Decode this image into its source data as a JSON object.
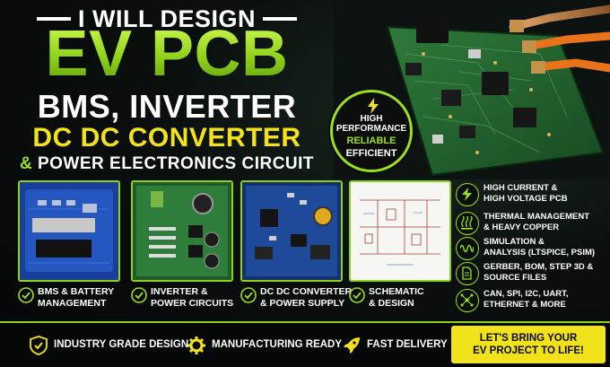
{
  "headline": {
    "pre": "I WILL DESIGN",
    "main": "EV PCB",
    "line1": "BMS, INVERTER",
    "line2": "DC DC CONVERTER",
    "line3_amp": "&",
    "line3_text": "POWER ELECTRONICS CIRCUIT"
  },
  "badge": {
    "line1": "HIGH",
    "line2": "PERFORMANCE",
    "line3": "RELIABLE",
    "line4": "EFFICIENT",
    "icon": "lightning-bolt-icon"
  },
  "services": [
    {
      "line1": "BMS & BATTERY",
      "line2": "MANAGEMENT"
    },
    {
      "line1": "INVERTER &",
      "line2": "POWER CIRCUITS"
    },
    {
      "line1": "DC DC CONVERTER",
      "line2": "& POWER SUPPLY"
    },
    {
      "line1": "SCHEMATIC",
      "line2": "& DESIGN"
    }
  ],
  "features": [
    {
      "icon": "lightning-icon",
      "line1": "HIGH CURRENT &",
      "line2": "HIGH VOLTAGE PCB"
    },
    {
      "icon": "heat-icon",
      "line1": "THERMAL MANAGEMENT",
      "line2": "& HEAVY COPPER"
    },
    {
      "icon": "waveform-icon",
      "line1": "SIMULATION &",
      "line2": "ANALYSIS (LTSPICE, PSIM)"
    },
    {
      "icon": "document-icon",
      "line1": "GERBER, BOM, STEP 3D &",
      "line2": "SOURCE FILES"
    },
    {
      "icon": "network-icon",
      "line1": "CAN, SPI, I2C, UART,",
      "line2": "ETHERNET & MORE"
    }
  ],
  "footer": {
    "item1": "INDUSTRY GRADE DESIGN",
    "item2": "MANUFACTURING READY",
    "item3": "FAST DELIVERY",
    "cta_line1": "LET'S BRING YOUR",
    "cta_line2": "EV PROJECT TO LIFE!"
  },
  "colors": {
    "accent_green": "#9be01c",
    "accent_yellow": "#f2e21b",
    "background": "#05080a"
  }
}
